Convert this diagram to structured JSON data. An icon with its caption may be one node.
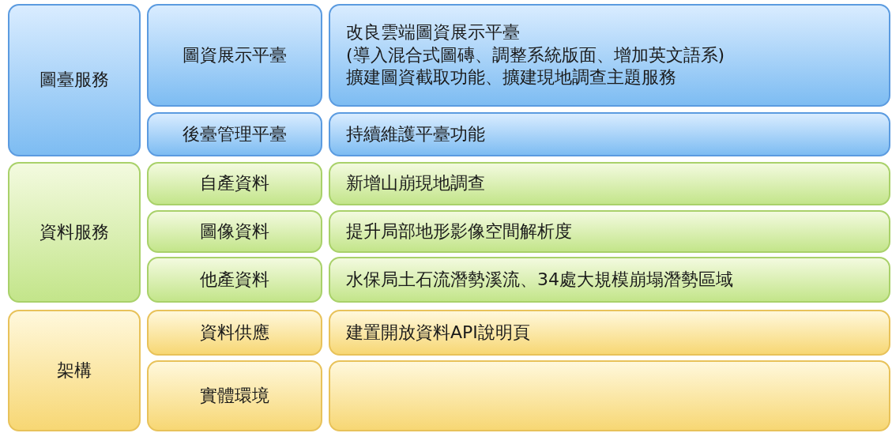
{
  "diagram": {
    "nodes": [
      {
        "text": [
          "圖臺服務"
        ]
      },
      {
        "text": [
          "圖資展示平臺"
        ]
      },
      {
        "text": [
          "改良雲端圖資展示平臺",
          "(導入混合式圖磚、調整系統版面、增加英文語系)",
          "擴建圖資截取功能、擴建現地調查主題服務"
        ]
      },
      {
        "text": [
          "後臺管理平臺"
        ]
      },
      {
        "text": [
          "持續維護平臺功能"
        ]
      },
      {
        "text": [
          "資料服務"
        ]
      },
      {
        "text": [
          "自產資料"
        ]
      },
      {
        "text": [
          "新增山崩現地調查"
        ]
      },
      {
        "text": [
          "圖像資料"
        ]
      },
      {
        "text": [
          "提升局部地形影像空間解析度"
        ]
      },
      {
        "text": [
          "他產資料"
        ]
      },
      {
        "text": [
          "水保局土石流潛勢溪流、34處大規模崩塌潛勢區域"
        ]
      },
      {
        "text": [
          "架構"
        ]
      },
      {
        "text": [
          "資料供應"
        ]
      },
      {
        "text": [
          "建置開放資料API說明頁"
        ]
      },
      {
        "text": [
          "實體環境"
        ]
      },
      {
        "text": [],
        "shape": "box"
      }
    ],
    "edges": []
  }
}
